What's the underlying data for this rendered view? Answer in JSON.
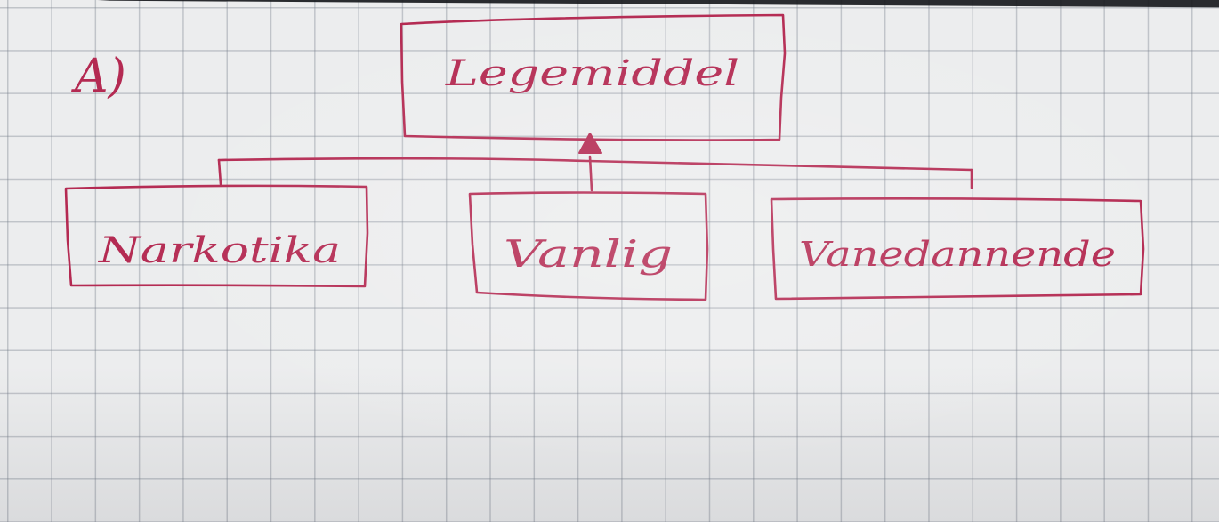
{
  "part_label": "A)",
  "parent_class": {
    "label": "Legemiddel"
  },
  "child_classes": [
    {
      "id": "narkotika",
      "label": "Narkotika"
    },
    {
      "id": "vanlig",
      "label": "Vanlig"
    },
    {
      "id": "vanedannende",
      "label": "Vanedannende"
    }
  ],
  "relationship": "inheritance",
  "colors": {
    "ink": "#b42a52",
    "paper": "#ecedee",
    "grid": "#8c94a0"
  }
}
